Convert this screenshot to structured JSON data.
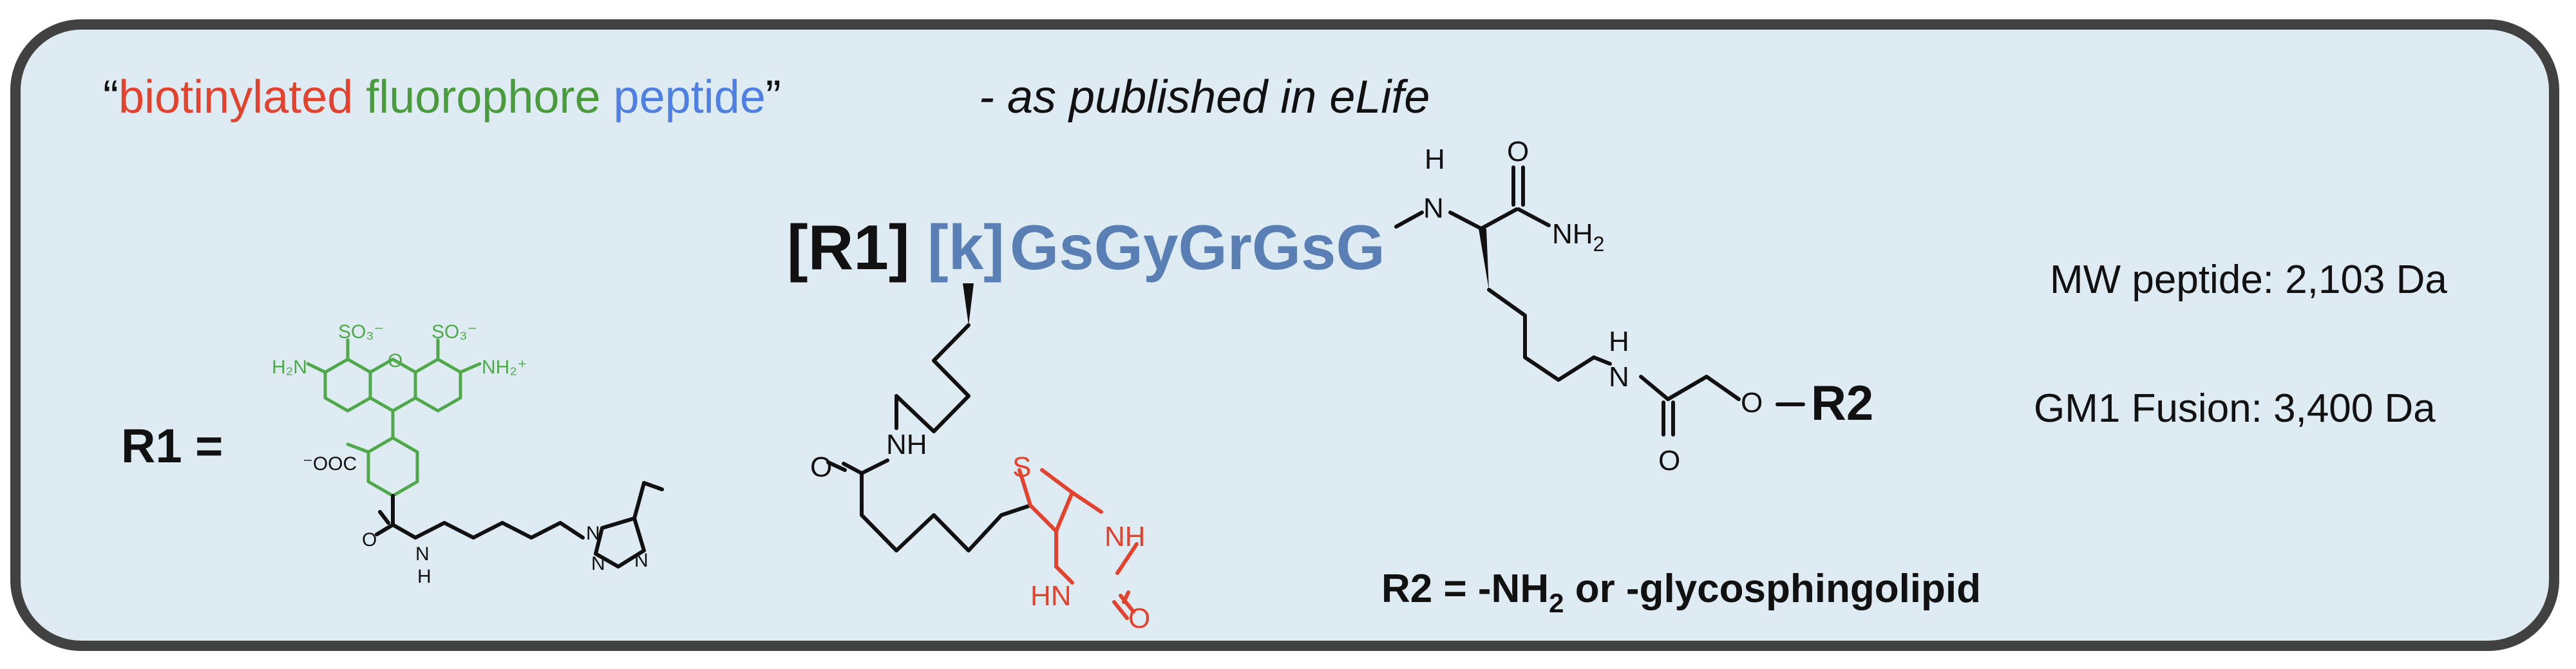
{
  "title": {
    "quote_open": "“",
    "word_biotinylated": "biotinylated",
    "word_fluorophore": "fluorophore",
    "word_peptide": "peptide",
    "quote_close": "”",
    "note": "- as published in eLife"
  },
  "colors": {
    "biotin_red": "#e2432f",
    "fluorophore_green": "#4fa84a",
    "peptide_blue": "#5a7fb5",
    "frame": "#414141",
    "panel_bg": "#deebf2"
  },
  "peptide": {
    "r1_tag": "[R1]",
    "sequence_lysine": "[k]",
    "sequence_rest": "GsGyGrGsG"
  },
  "lysine_cterm": {
    "n": "N",
    "h": "H",
    "o": "O",
    "nh2": "NH",
    "nh2_sub": "2"
  },
  "linker": {
    "h": "H",
    "n": "N",
    "o_carbonyl": "O",
    "o_ether": "O",
    "r2": "R2"
  },
  "biotin": {
    "amide_o": "O",
    "amide_nh": "NH",
    "s": "S",
    "nh_right": "NH",
    "nh_bottom": "HN",
    "urea_o": "O"
  },
  "r1_definition": {
    "label": "R1 =",
    "h2n": "H₂N",
    "so3_left": "SO₃⁻",
    "so3_right": "SO₃⁻",
    "ring_o": "O",
    "nh2_plus": "NH₂⁺",
    "coo": "⁻OOC",
    "amide_o": "O",
    "amide_n": "N",
    "amide_h": "H",
    "triazole_n1": "N",
    "triazole_n2": "N",
    "triazole_n3": "N"
  },
  "r2_definition": {
    "prefix": "R2 = -NH",
    "sub": "2",
    "suffix": " or -glycosphingolipid"
  },
  "properties": {
    "mw_peptide": "MW peptide: 2,103 Da",
    "gm1_fusion": "GM1 Fusion: 3,400 Da"
  }
}
